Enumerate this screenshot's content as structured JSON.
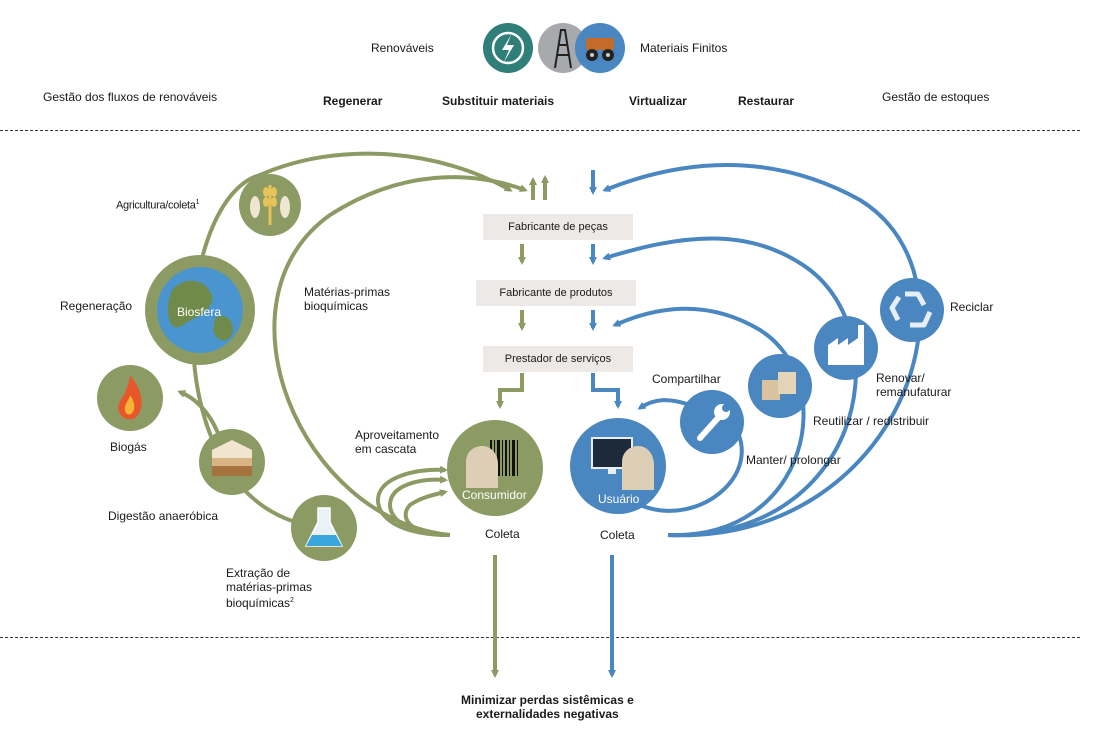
{
  "header": {
    "renovaveis": "Renováveis",
    "materiais_finitos": "Materiais Finitos",
    "gestao_renovaveis": "Gestão dos fluxos de renováveis",
    "regenerar": "Regenerar",
    "substituir": "Substituir materiais",
    "virtualizar": "Virtualizar",
    "restaurar": "Restaurar",
    "gestao_estoques": "Gestão de estoques"
  },
  "boxes": {
    "fabricante_pecas": "Fabricante de peças",
    "fabricante_produtos": "Fabricante de produtos",
    "prestador_servicos": "Prestador de serviços"
  },
  "bio": {
    "agricultura": "Agricultura/coleta",
    "agricultura_sup": "1",
    "regeneracao": "Regeneração",
    "biosfera": "Biosfera",
    "biogas": "Biogás",
    "digestao": "Digestão anaeróbica",
    "extracao": "Extração de\nmatérias-primas\nbioquímicas",
    "extracao_sup": "2",
    "materias_primas": "Matérias-primas\nbioquímicas",
    "aproveitamento": "Aproveitamento\nem cascata",
    "consumidor": "Consumidor",
    "coleta": "Coleta"
  },
  "tech": {
    "usuario": "Usuário",
    "coleta": "Coleta",
    "compartilhar": "Compartilhar",
    "manter": "Manter/ prolongar",
    "reutilizar": "Reutilizar / redistribuir",
    "renovar": "Renovar/\nremanufaturar",
    "reciclar": "Reciclar"
  },
  "footer": {
    "minimizar": "Minimizar perdas sistêmicas e\nexternalidades negativas"
  },
  "colors": {
    "green": "#8c9a64",
    "blue": "#4a86c0",
    "teal": "#2f7f78"
  },
  "icons": [
    "lightning-icon",
    "oil-rig-icon",
    "mining-truck-icon",
    "wheat-fish-icon",
    "globe-icon",
    "flame-icon",
    "soil-layers-icon",
    "flask-icon",
    "barcode-person-icon",
    "computer-person-icon",
    "wrench-icon",
    "boxes-icon",
    "factory-icon",
    "recycle-icon"
  ]
}
